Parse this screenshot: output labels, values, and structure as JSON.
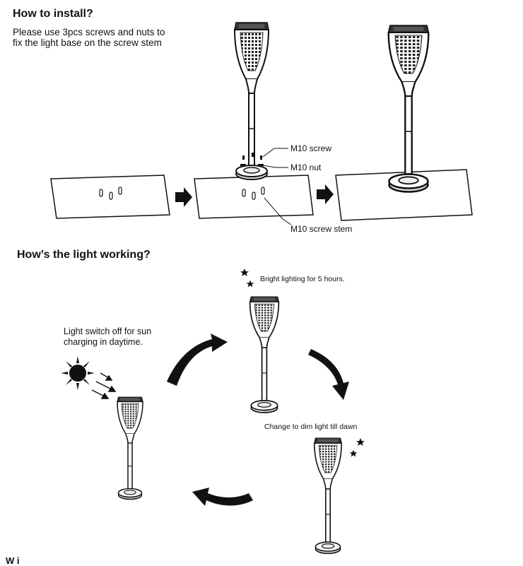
{
  "install": {
    "heading": "How to install?",
    "instruction": "Please use 3pcs screws and nuts to\nfix the light base on the screw stem",
    "label_screw": "M10 screw",
    "label_nut": "M10 nut",
    "label_stem": "M10 screw stem"
  },
  "working": {
    "heading": "How’s the light working?",
    "night_bright": "Bright lighting for 5 hours.",
    "day_off": "Light switch off for sun\ncharging in daytime.",
    "night_dim": "Change to dim light till dawn"
  },
  "footer": {
    "partial_heading": "W  i"
  },
  "icons": [
    "arrow-right-icon",
    "moon-icon",
    "star-icon",
    "sun-icon",
    "cycle-arrow-icon",
    "solar-torch-lamp"
  ]
}
